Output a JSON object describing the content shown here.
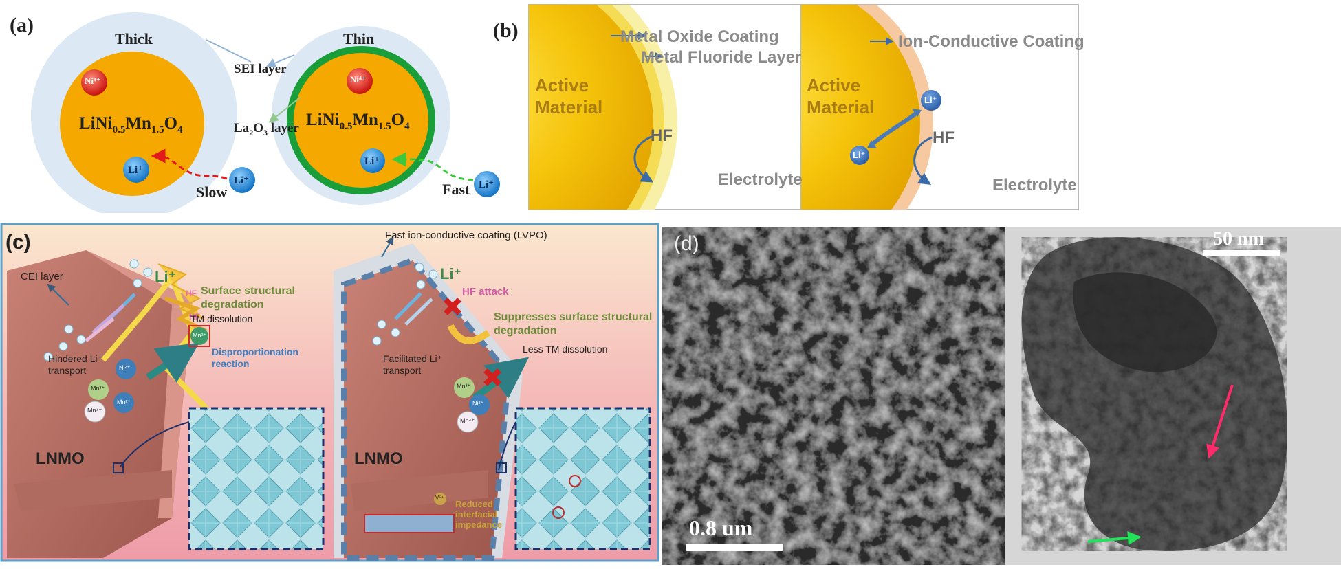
{
  "panel_a": {
    "label": "(a)",
    "left": {
      "thickness": "Thick",
      "ni_ion": "Ni⁴⁺",
      "formula": {
        "base": "LiNi",
        "sub1": "0.5",
        "mid": "Mn",
        "sub2": "1.5",
        "end": "O",
        "sub3": "4"
      },
      "li_inner": "Li⁺",
      "li_outer": "Li⁺",
      "rate": "Slow"
    },
    "center": {
      "sei": "SEI layer",
      "la2o3": {
        "base": "La",
        "sub1": "2",
        "mid": "O",
        "sub2": "3",
        "end": " layer"
      }
    },
    "right": {
      "thickness": "Thin",
      "ni_ion": "Ni⁴⁺",
      "formula": {
        "base": "LiNi",
        "sub1": "0.5",
        "mid": "Mn",
        "sub2": "1.5",
        "end": "O",
        "sub3": "4"
      },
      "li_inner": "Li⁺",
      "li_outer": "Li⁺",
      "rate": "Fast"
    },
    "colors": {
      "core": "#F5A900",
      "shell": "#DCE9F5",
      "la2o3": "#1A9E3A",
      "ni": "#E3201B",
      "li": "#2A8FD8"
    }
  },
  "panel_b": {
    "label": "(b)",
    "left": {
      "coating1": "Metal Oxide Coating",
      "coating2": "Metal Fluoride Layer",
      "material": "Active Material",
      "hf": "HF",
      "electrolyte": "Electrolyte"
    },
    "right": {
      "coating": "Ion-Conductive Coating",
      "material": "Active Material",
      "li_top": "Li⁺",
      "li_bottom": "Li⁺",
      "hf": "HF",
      "electrolyte": "Electrolyte"
    }
  },
  "panel_c": {
    "label": "(c)",
    "left": {
      "cei": "CEI layer",
      "li": "Li⁺",
      "hf1": "HF",
      "hf2": "HF",
      "surface": "Surface structural degradation",
      "tm": "TM dissolution",
      "hindered": "Hindered Li⁺ transport",
      "disprop": "Disproportionation reaction",
      "mn3": "Mn³⁺",
      "mn2a": "Mn²⁺",
      "mn2b": "Mn²⁺",
      "mn4": "Mn⁴⁺",
      "ni": "Ni²⁺",
      "lnmo": "LNMO"
    },
    "right": {
      "coating": "Fast ion-conductive coating (LVPO)",
      "li": "Li⁺",
      "hf_attack": "HF attack",
      "suppress": "Suppresses surface structural degradation",
      "facilitated": "Facilitated Li⁺ transport",
      "less_tm": "Less TM dissolution",
      "mn3": "Mn³⁺",
      "ni": "Ni²⁺",
      "mn4": "Mn⁴⁺",
      "v": "V⁵⁺",
      "lnmo": "LNMO",
      "reduced": "Reduced interfacial impedance"
    }
  },
  "panel_d": {
    "label": "(d)",
    "scale_left": "0.8 um",
    "scale_right": "50 nm"
  }
}
